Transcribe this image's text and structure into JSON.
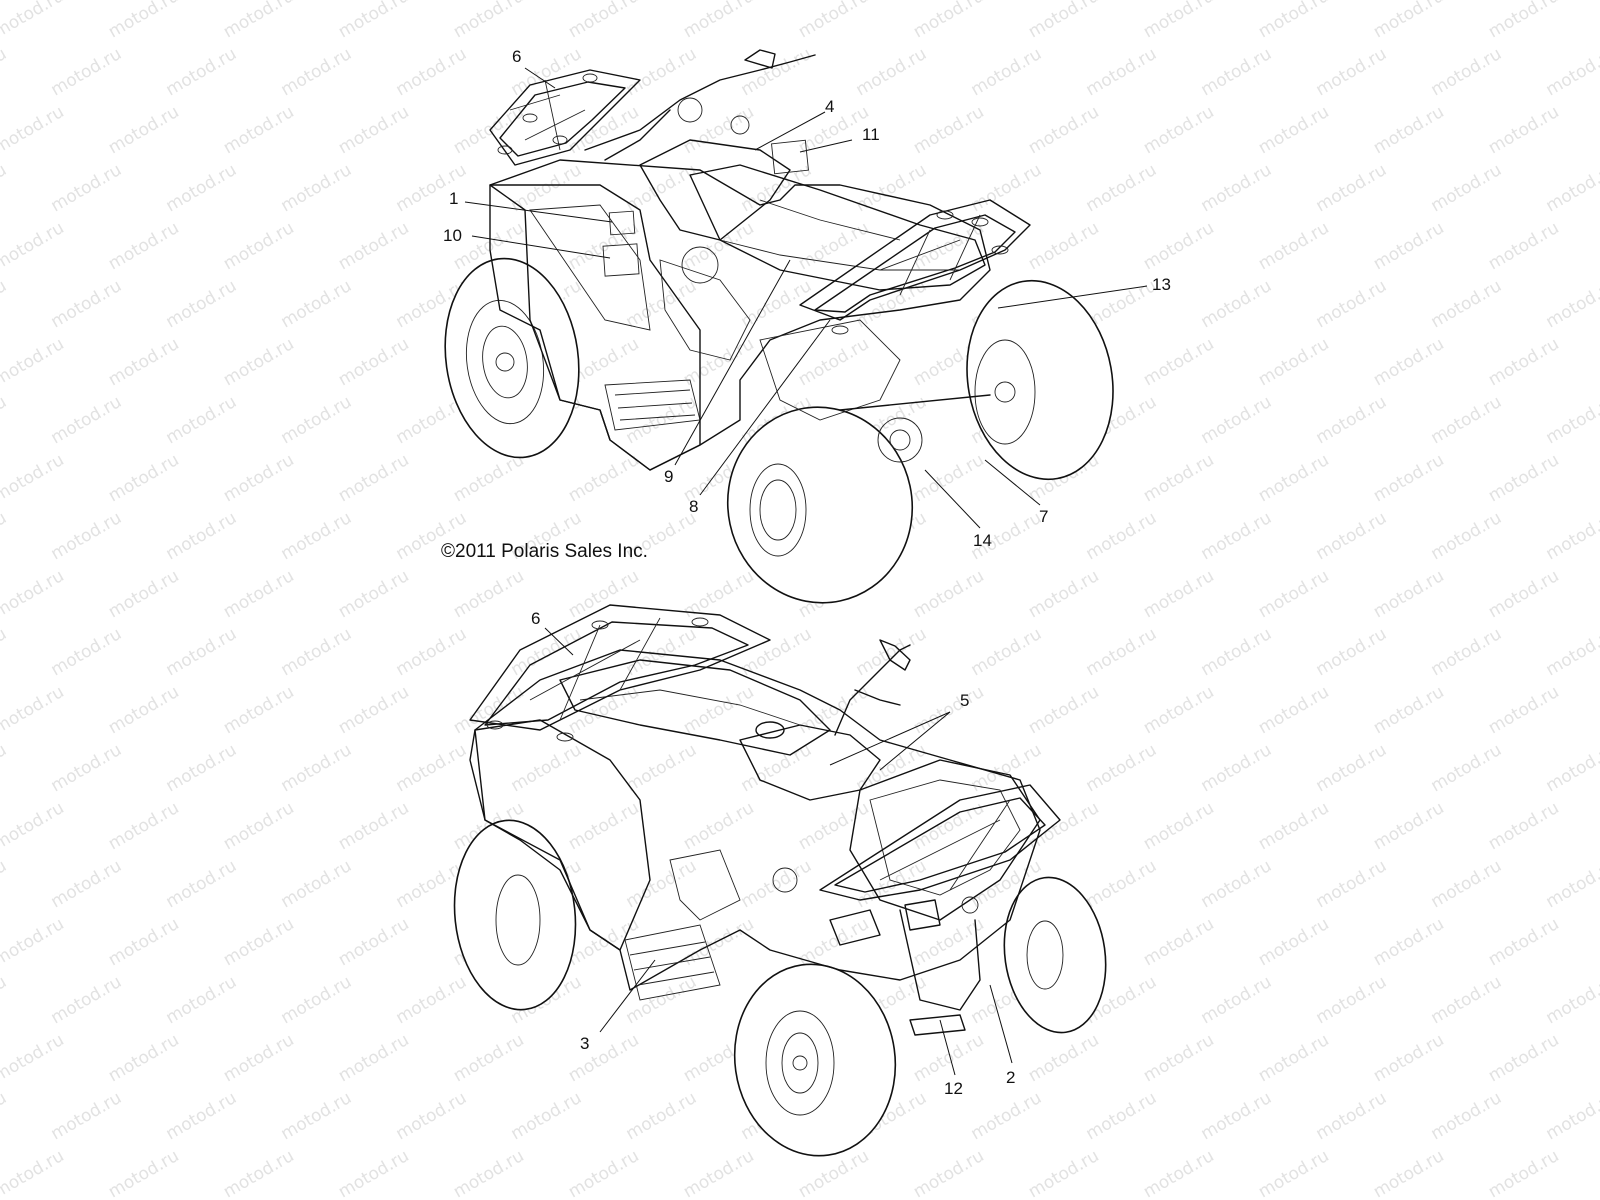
{
  "watermark": "motod.ru",
  "copyright": "©2011 Polaris Sales Inc.",
  "top_view": {
    "callouts": [
      "6",
      "4",
      "11",
      "1",
      "10",
      "13",
      "9",
      "8",
      "14",
      "7"
    ]
  },
  "bottom_view": {
    "callouts": [
      "6",
      "5",
      "3",
      "12",
      "2"
    ]
  }
}
